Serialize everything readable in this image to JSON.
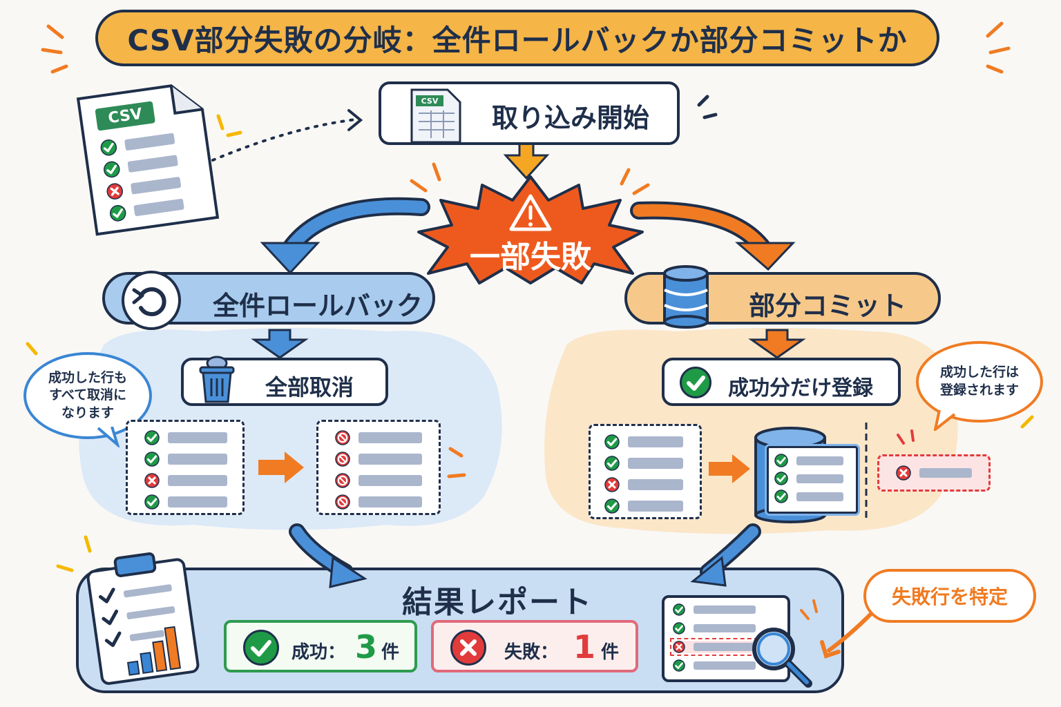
{
  "title": "CSV部分失敗の分岐：全件ロールバックか部分コミットか",
  "csv_file_label": "CSV",
  "start": {
    "icon_label": "CSV",
    "label": "取り込み開始"
  },
  "failure": {
    "label": "一部失敗",
    "icon": "warning-icon"
  },
  "rollback": {
    "label": "全件ロールバック",
    "icon": "undo-icon",
    "action_label": "全部取消",
    "action_icon": "trash-icon",
    "note": "成功した行も\nすべて取消に\nなります",
    "before_rows": [
      "ok",
      "ok",
      "ng",
      "ok"
    ],
    "after_rows": [
      "cancel",
      "cancel",
      "cancel",
      "cancel"
    ]
  },
  "commit": {
    "label": "部分コミット",
    "icon": "database-icon",
    "action_label": "成功分だけ登録",
    "action_icon": "check-circle-icon",
    "note": "成功した行は\n登録されます",
    "before_rows": [
      "ok",
      "ok",
      "ng",
      "ok"
    ],
    "registered_rows": [
      "ok",
      "ok",
      "ok"
    ],
    "rejected_rows": [
      "ng"
    ]
  },
  "report": {
    "title": "結果レポート",
    "icon": "clipboard-chart-icon",
    "success_label": "成功：",
    "success_count": "3",
    "success_unit": "件",
    "fail_label": "失敗：",
    "fail_count": "1",
    "fail_unit": "件",
    "identify_label": "失敗行を特定",
    "identify_icon": "magnifier-icon"
  },
  "colors": {
    "navy": "#1f2f4a",
    "orange": "#f07b22",
    "red_burst": "#ee5a1e",
    "blue": "#a8cbee",
    "green": "#1f9a47",
    "red": "#e23b3b",
    "title_bg": "#f5b547"
  }
}
